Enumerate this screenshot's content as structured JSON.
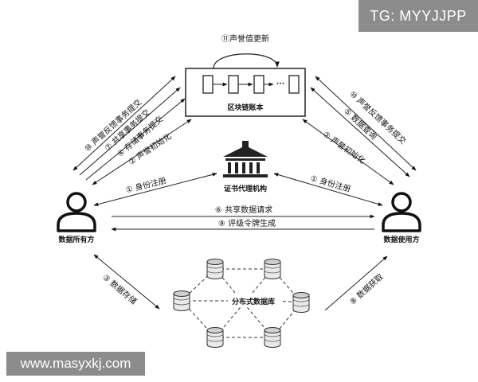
{
  "watermarks": {
    "tg": "TG: MYYJJPP",
    "url": "www.masyxkj.com"
  },
  "nodes": {
    "blockchain": "区块链账本",
    "authority": "证书代理机构",
    "owner": "数据所有方",
    "user": "数据使用方",
    "database": "分布式数据库"
  },
  "blockchain_ellipsis": "···",
  "edges": {
    "reputation_update": "⑪声誉值更新",
    "owner_feedback": "⑩ 声誉反馈事务提交",
    "owner_share": "⑦ 共享事务提交",
    "owner_store": "④ 存储事务提交",
    "owner_init": "② 声誉初始化",
    "owner_register": "① 身份注册",
    "user_feedback": "⑩ 声誉反馈事务提交",
    "user_query": "⑤ 数据查询",
    "user_init": "② 声誉初始化",
    "user_register": "① 身份注册",
    "share_request": "⑥ 共享数据请求",
    "token_generate": "⑨ 评级令牌生成",
    "data_store": "③ 数据存储",
    "data_get": "⑧ 数据获取"
  }
}
